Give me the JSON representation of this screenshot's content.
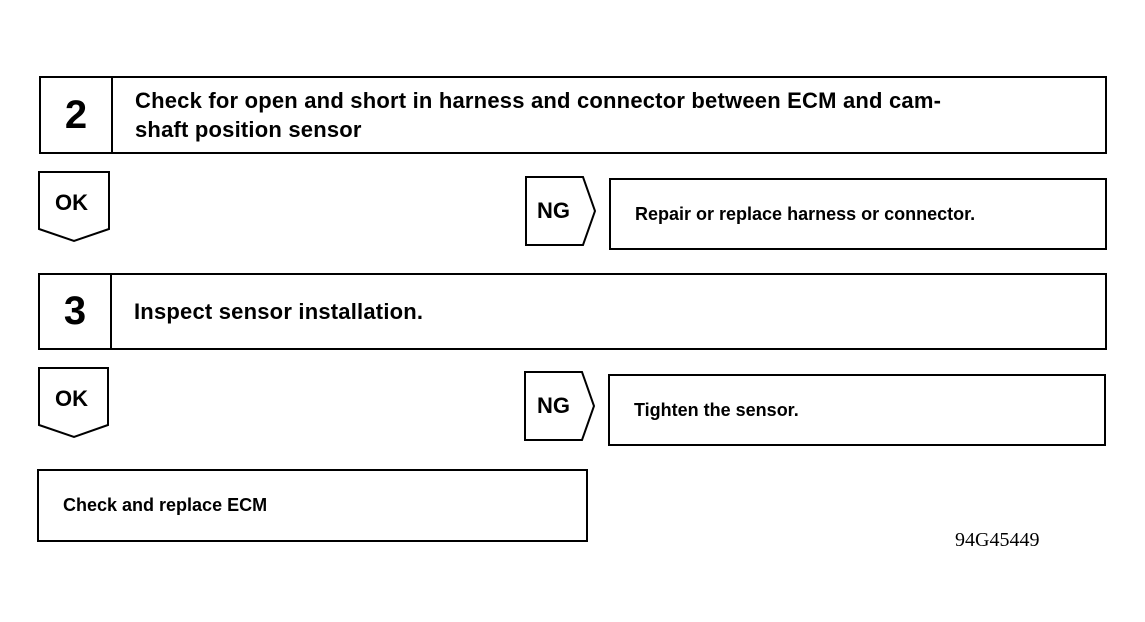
{
  "step2": {
    "number": "2",
    "line1": "Check for open and short in harness and connector between ECM and cam-",
    "line2": "shaft position sensor"
  },
  "branch2": {
    "ok_label": "OK",
    "ng_label": "NG",
    "ng_action": "Repair or replace harness or connector."
  },
  "step3": {
    "number": "3",
    "text": "Inspect sensor installation."
  },
  "branch3": {
    "ok_label": "OK",
    "ng_label": "NG",
    "ng_action": "Tighten the sensor."
  },
  "final": {
    "text": "Check and replace ECM"
  },
  "figure_id": "94G45449"
}
